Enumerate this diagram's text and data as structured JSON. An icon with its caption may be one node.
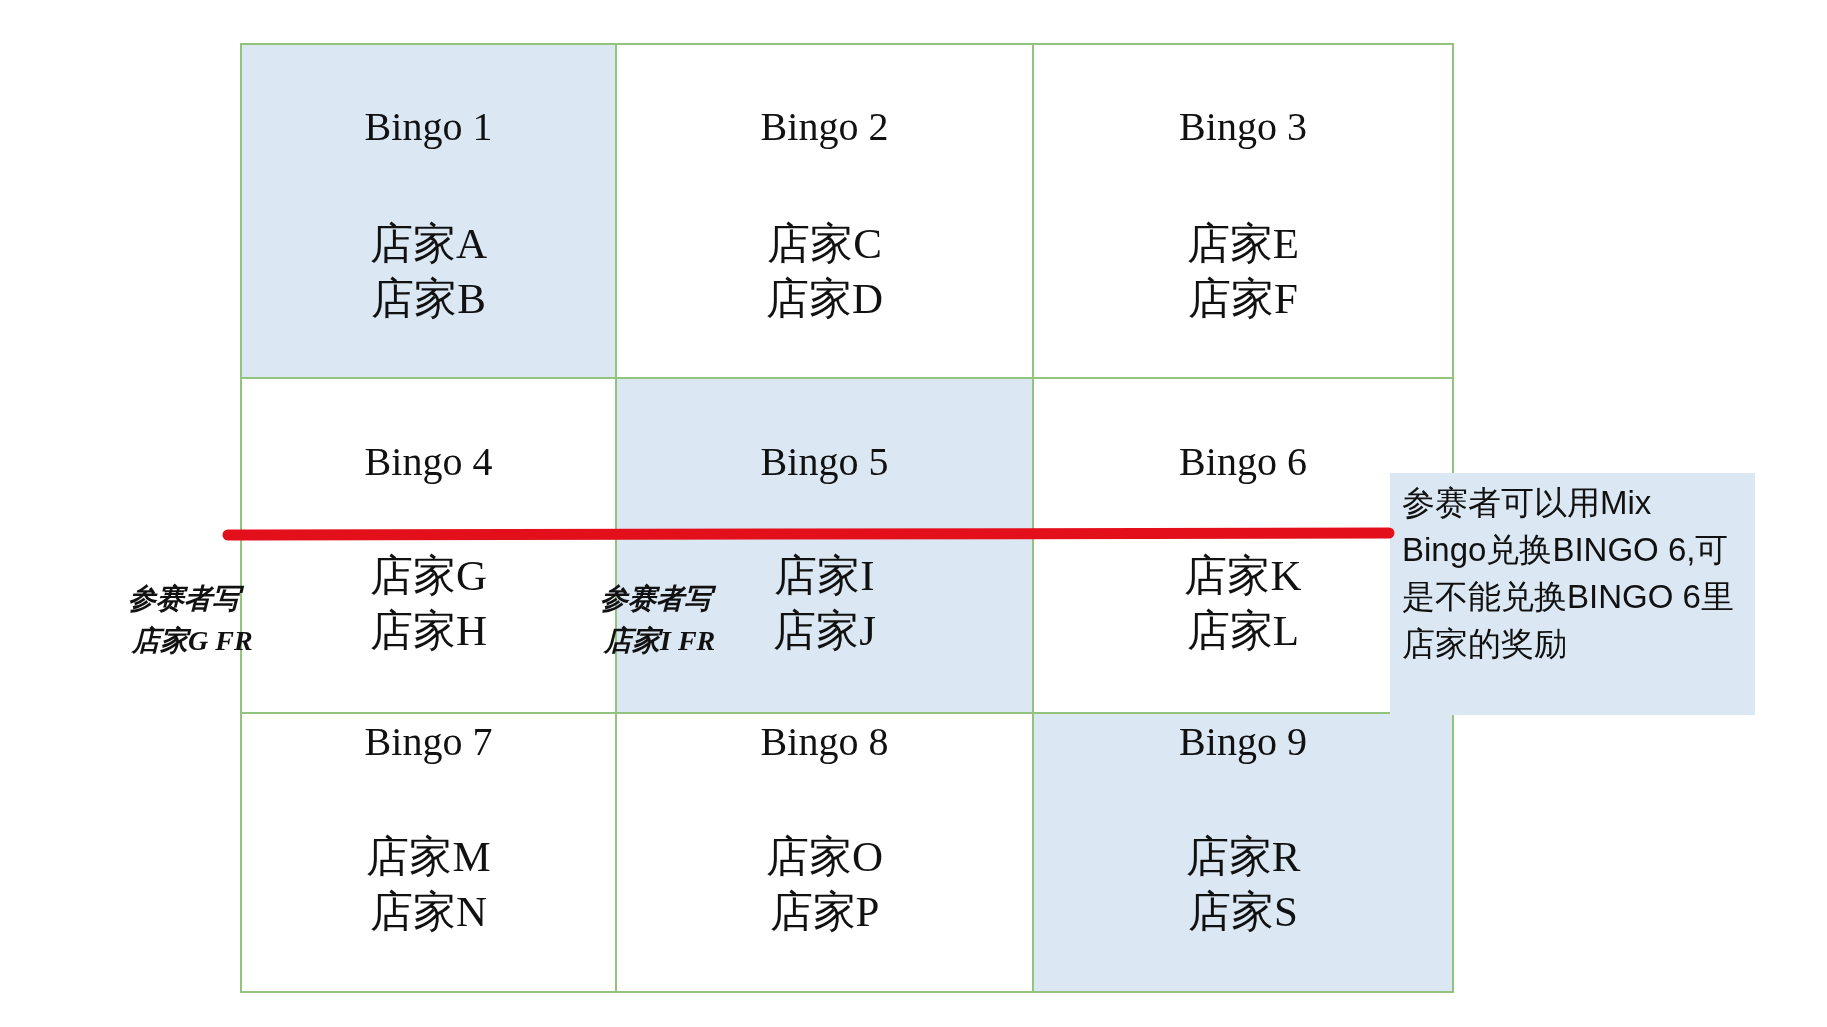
{
  "diagram": {
    "nodes": [
      {
        "text": [
          "Bingo 1",
          "店家A",
          "店家B"
        ]
      },
      {
        "text": [
          "Bingo 2",
          "店家C",
          "店家D"
        ]
      },
      {
        "text": [
          "Bingo 3",
          "店家E",
          "店家F"
        ]
      },
      {
        "text": [
          "Bingo 4",
          "店家G",
          "店家H"
        ]
      },
      {
        "text": [
          "Bingo 5",
          "店家I",
          "店家J"
        ]
      },
      {
        "text": [
          "Bingo 6",
          "店家K",
          "店家L"
        ]
      },
      {
        "text": [
          "Bingo 7",
          "店家M",
          "店家N"
        ]
      },
      {
        "text": [
          "Bingo 8",
          "店家O",
          "店家P"
        ]
      },
      {
        "text": [
          "Bingo 9",
          "店家R",
          "店家S"
        ]
      },
      {
        "text": [
          "参赛者可以用Mix Bingo兑换BINGO 6,可是不能兑换BINGO 6里店家的奖励"
        ]
      }
    ],
    "labels": [
      "参赛者写",
      "店家G FR",
      "参赛者写",
      "店家I FR"
    ]
  }
}
